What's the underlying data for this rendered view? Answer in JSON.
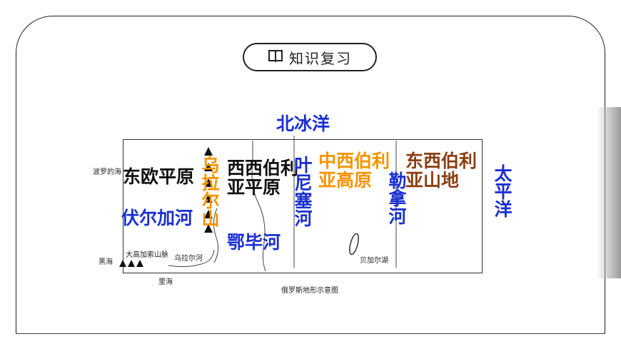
{
  "header": {
    "title": "知识复习",
    "icon": "book-icon"
  },
  "map": {
    "caption": "俄罗斯地形示意图",
    "labels": {
      "arctic_ocean": "北冰洋",
      "east_european_plain": "东欧平原",
      "west_siberian_plain": "西西伯利亚平原",
      "central_siberian_plateau": "中西伯利亚高原",
      "east_siberian_mountains": "东西伯利亚山地",
      "pacific_ocean": "太平洋",
      "volga_river": "伏尔加河",
      "ural_mountains": "乌拉尔山",
      "ob_river": "鄂毕河",
      "yenisei_river": "叶尼塞河",
      "lena_river": "勒拿河"
    },
    "small_labels": {
      "baltic_sea": "波罗的海",
      "black_sea": "黑海",
      "caucasus": "大高加索山脉",
      "ural_river": "乌拉尔河",
      "caspian_sea": "里海",
      "baikal": "贝加尔湖"
    }
  },
  "colors": {
    "blue": "#1a2fd2",
    "orange": "#f59400",
    "brown": "#8a3e10",
    "black": "#111111"
  }
}
